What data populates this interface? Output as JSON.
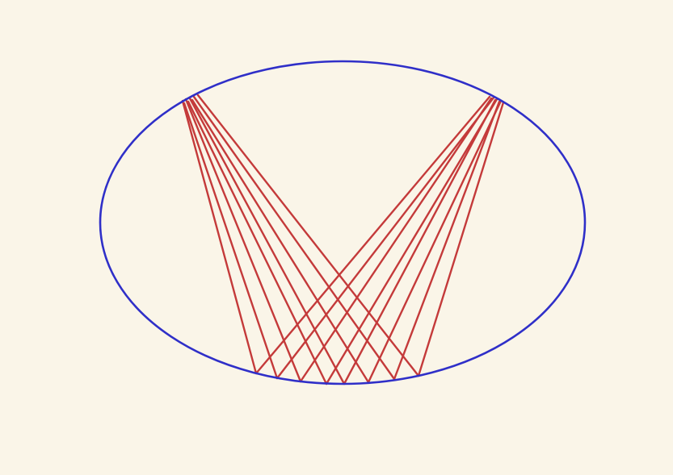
{
  "figure": {
    "background_color": "#faf5e8",
    "ellipse_color": "#2f2fc8",
    "chord_color": "#c43a3a",
    "shapes": [
      "ellipse",
      "chords"
    ],
    "chord_count": 16
  }
}
